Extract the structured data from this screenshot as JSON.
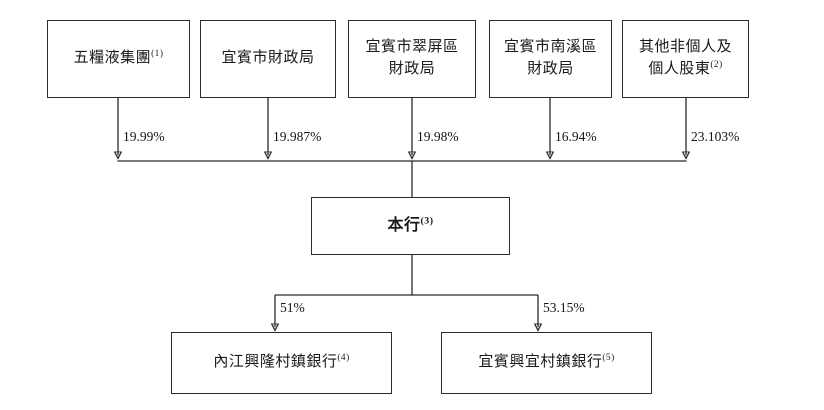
{
  "diagram": {
    "type": "shareholding-structure-chart",
    "orientation": "top-down",
    "line_color": "#2b2b2b",
    "box_fill": "#ffffff",
    "text_color": "#1a1a1a"
  },
  "shareholders": [
    {
      "name": "五糧液集團",
      "note": "(1)",
      "stake": "19.99%"
    },
    {
      "name": "宜賓市財政局",
      "note": "",
      "stake": "19.987%"
    },
    {
      "name": "宜賓市翠屏區\n財政局",
      "note": "",
      "stake": "19.98%"
    },
    {
      "name": "宜賓市南溪區\n財政局",
      "note": "",
      "stake": "16.94%"
    },
    {
      "name": "其他非個人及\n個人股東",
      "note": "(2)",
      "stake": "23.103%"
    }
  ],
  "company": {
    "name": "本行",
    "note": "(3)"
  },
  "subsidiaries": [
    {
      "name": "內江興隆村鎮銀行",
      "note": "(4)",
      "stake": "51%"
    },
    {
      "name": "宜賓興宜村鎮銀行",
      "note": "(5)",
      "stake": "53.15%"
    }
  ],
  "chart_data": {
    "type": "diagram",
    "title": "",
    "nodes": [
      {
        "id": "s1",
        "label": "五糧液集團(1)",
        "level": "shareholder"
      },
      {
        "id": "s2",
        "label": "宜賓市財政局",
        "level": "shareholder"
      },
      {
        "id": "s3",
        "label": "宜賓市翠屏區財政局",
        "level": "shareholder"
      },
      {
        "id": "s4",
        "label": "宜賓市南溪區財政局",
        "level": "shareholder"
      },
      {
        "id": "s5",
        "label": "其他非個人及個人股東(2)",
        "level": "shareholder"
      },
      {
        "id": "bank",
        "label": "本行(3)",
        "level": "company"
      },
      {
        "id": "b1",
        "label": "內江興隆村鎮銀行(4)",
        "level": "subsidiary"
      },
      {
        "id": "b2",
        "label": "宜賓興宜村鎮銀行(5)",
        "level": "subsidiary"
      }
    ],
    "edges": [
      {
        "from": "s1",
        "to": "bank",
        "label": "19.99%"
      },
      {
        "from": "s2",
        "to": "bank",
        "label": "19.987%"
      },
      {
        "from": "s3",
        "to": "bank",
        "label": "19.98%"
      },
      {
        "from": "s4",
        "to": "bank",
        "label": "16.94%"
      },
      {
        "from": "s5",
        "to": "bank",
        "label": "23.103%"
      },
      {
        "from": "bank",
        "to": "b1",
        "label": "51%"
      },
      {
        "from": "bank",
        "to": "b2",
        "label": "53.15%"
      }
    ]
  }
}
